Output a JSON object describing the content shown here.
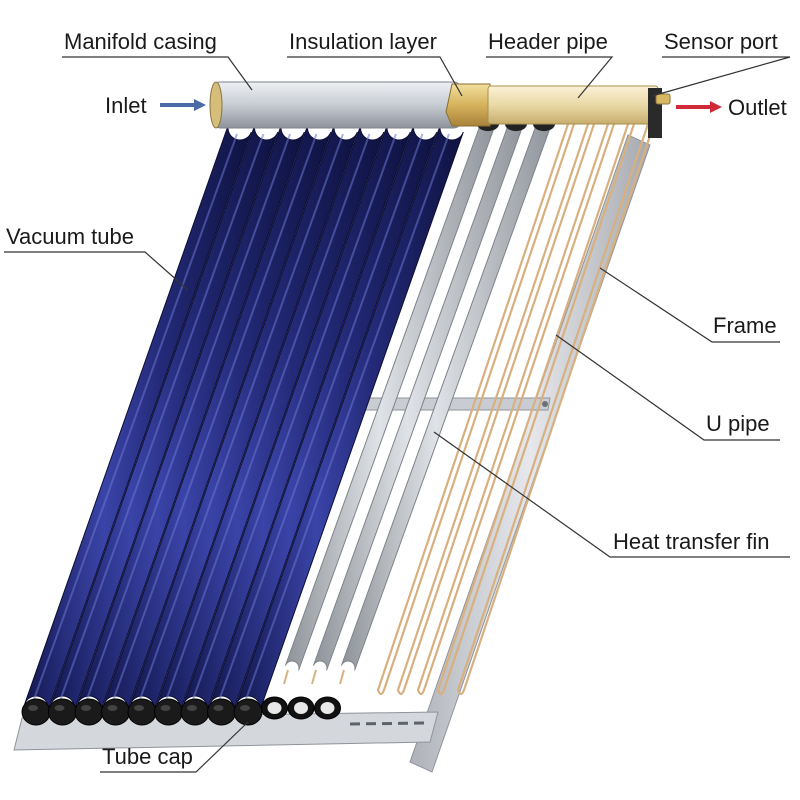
{
  "labels": {
    "manifold_casing": "Manifold casing",
    "insulation_layer": "Insulation layer",
    "header_pipe": "Header pipe",
    "sensor_port": "Sensor port",
    "inlet": "Inlet",
    "outlet": "Outlet",
    "vacuum_tube": "Vacuum tube",
    "frame": "Frame",
    "u_pipe": "U pipe",
    "heat_transfer_fin": "Heat transfer fin",
    "tube_cap": "Tube cap"
  },
  "colors": {
    "vacuum_tube": "#242a78",
    "heat_fin": "#b8bcc2",
    "u_pipe": "#d8b080",
    "frame": "#c9ccd2",
    "manifold": "#c7ccd3",
    "insulation": "#d6b25c",
    "header_pipe": "#e9d9a6",
    "inlet_arrow": "#4a6aa8",
    "outlet_arrow": "#d02a3a",
    "tube_cap": "#1a1a1a",
    "leader_line": "#333333"
  },
  "counts": {
    "vacuum_tubes": 9,
    "heat_fins": 3,
    "u_pipes": 5
  }
}
